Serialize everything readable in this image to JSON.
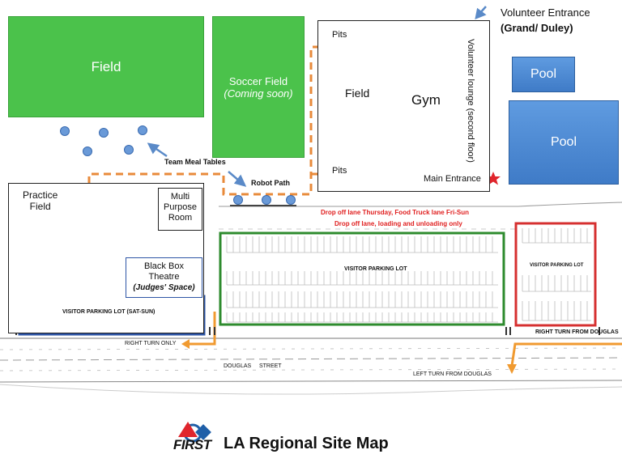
{
  "colors": {
    "field_green": "#4bc24b",
    "pool_blue": "#4a88d4",
    "path_orange": "#e88a3a",
    "lot_green": "#2e8b2e",
    "lot_red": "#d63030",
    "lot_blue": "#2d55a5",
    "drop_off_red": "#e02020",
    "first_red": "#e0252c",
    "first_blue": "#1f5fa8"
  },
  "areas": {
    "field_main": "Field",
    "soccer_field": "Soccer Field",
    "soccer_field_note": "(Coming soon)",
    "gym": "Gym",
    "gym_field": "Field",
    "pits_top": "Pits",
    "pits_bottom": "Pits",
    "volunteer_lounge": "Volunteer lounge (second floor)",
    "main_entrance": "Main Entrance",
    "volunteer_entrance_line1": "Volunteer Entrance",
    "volunteer_entrance_line2": "(Grand/ Duley)",
    "pool_small": "Pool",
    "pool_large": "Pool",
    "practice_field_line1": "Practice",
    "practice_field_line2": "Field",
    "multi_purpose_line1": "Multi",
    "multi_purpose_line2": "Purpose",
    "multi_purpose_line3": "Room",
    "black_box_line1": "Black Box",
    "black_box_line2": "Theatre",
    "black_box_line3": "(Judges' Space)",
    "team_meal_tables": "Team Meal Tables",
    "robot_path": "Robot Path"
  },
  "roads": {
    "drop_off_1": "Drop off lane Thursday, Food Truck lane Fri-Sun",
    "drop_off_2": "Drop off lane, loading and unloading only",
    "visitor_lot_center": "VISITOR PARKING LOT",
    "visitor_lot_right": "VISITOR PARKING LOT",
    "visitor_lot_left": "VISITOR PARKING LOT (SAT-SUN)",
    "right_turn_only": "RIGHT TURN ONLY",
    "douglas_street": "DOUGLAS     STREET",
    "left_turn_from_douglas": "LEFT TURN FROM DOUGLAS",
    "right_turn_from_douglas": "RIGHT TURN FROM DOUGLAS"
  },
  "footer": {
    "logo_text": "FIRST",
    "title": "LA Regional Site Map"
  }
}
